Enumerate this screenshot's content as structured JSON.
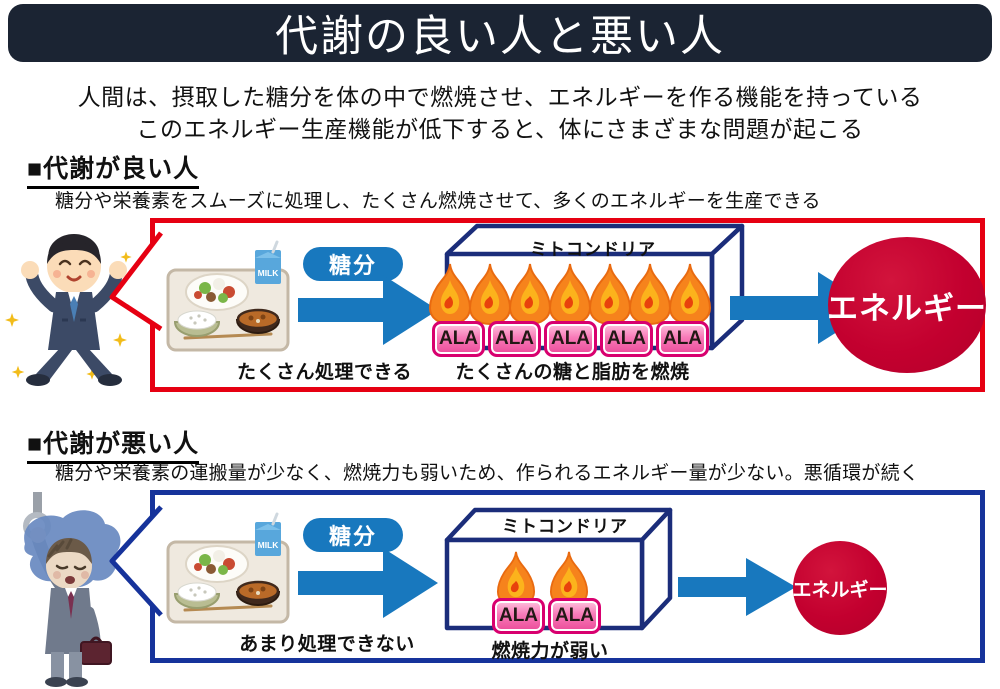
{
  "title": "代謝の良い人と悪い人",
  "intro_line1": "人間は、摂取した糖分を体の中で燃焼させ、エネルギーを作る機能を持っている",
  "intro_line2": "このエネルギー生産機能が低下すると、体にさまざまな問題が起こる",
  "shared": {
    "sugar_badge": "糖分",
    "mitochondria_label": "ミトコンドリア",
    "ala_label": "ALA",
    "energy_label": "エネルギー",
    "milk_label": "MILK"
  },
  "good": {
    "heading": "■代謝が良い人",
    "description": "糖分や栄養素をスムーズに処理し、たくさん燃焼させて、多くのエネルギーを生産できる",
    "caption_process": "たくさん処理できる",
    "caption_burn": "たくさんの糖と脂肪を燃焼",
    "flame_count": 7,
    "ala_count": 5
  },
  "bad": {
    "heading": "■代謝が悪い人",
    "description": "糖分や栄養素の運搬量が少なく、燃焼力も弱いため、作られるエネルギー量が少ない。悪循環が続く",
    "caption_process": "あまり処理できない",
    "caption_burn": "燃焼力が弱い",
    "flame_count": 2,
    "ala_count": 2
  },
  "colors": {
    "header_bg": "#1b2433",
    "good_panel_border": "#e60012",
    "bad_panel_border": "#16339b",
    "mitochondria_outline": "#1b2d7a",
    "arrow_blue": "#1878be",
    "sugar_badge_blue": "#1878be",
    "ala_pink_border": "#d8006f",
    "energy_red": "#c3002f",
    "flame_orange": "#f6831c"
  }
}
